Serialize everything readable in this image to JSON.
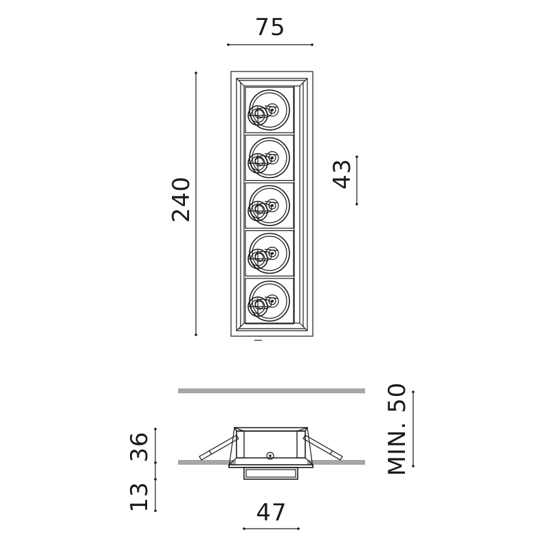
{
  "dimensions": {
    "width": "75",
    "height": "240",
    "spacing": "43",
    "min_ceiling": "MIN. 50",
    "body_height": "36",
    "bezel_height": "13",
    "bottom_width": "47"
  },
  "colors": {
    "line": "#1a1a1a",
    "ceiling": "#a6a6a6",
    "background": "#ffffff"
  },
  "lamp_count": 5
}
